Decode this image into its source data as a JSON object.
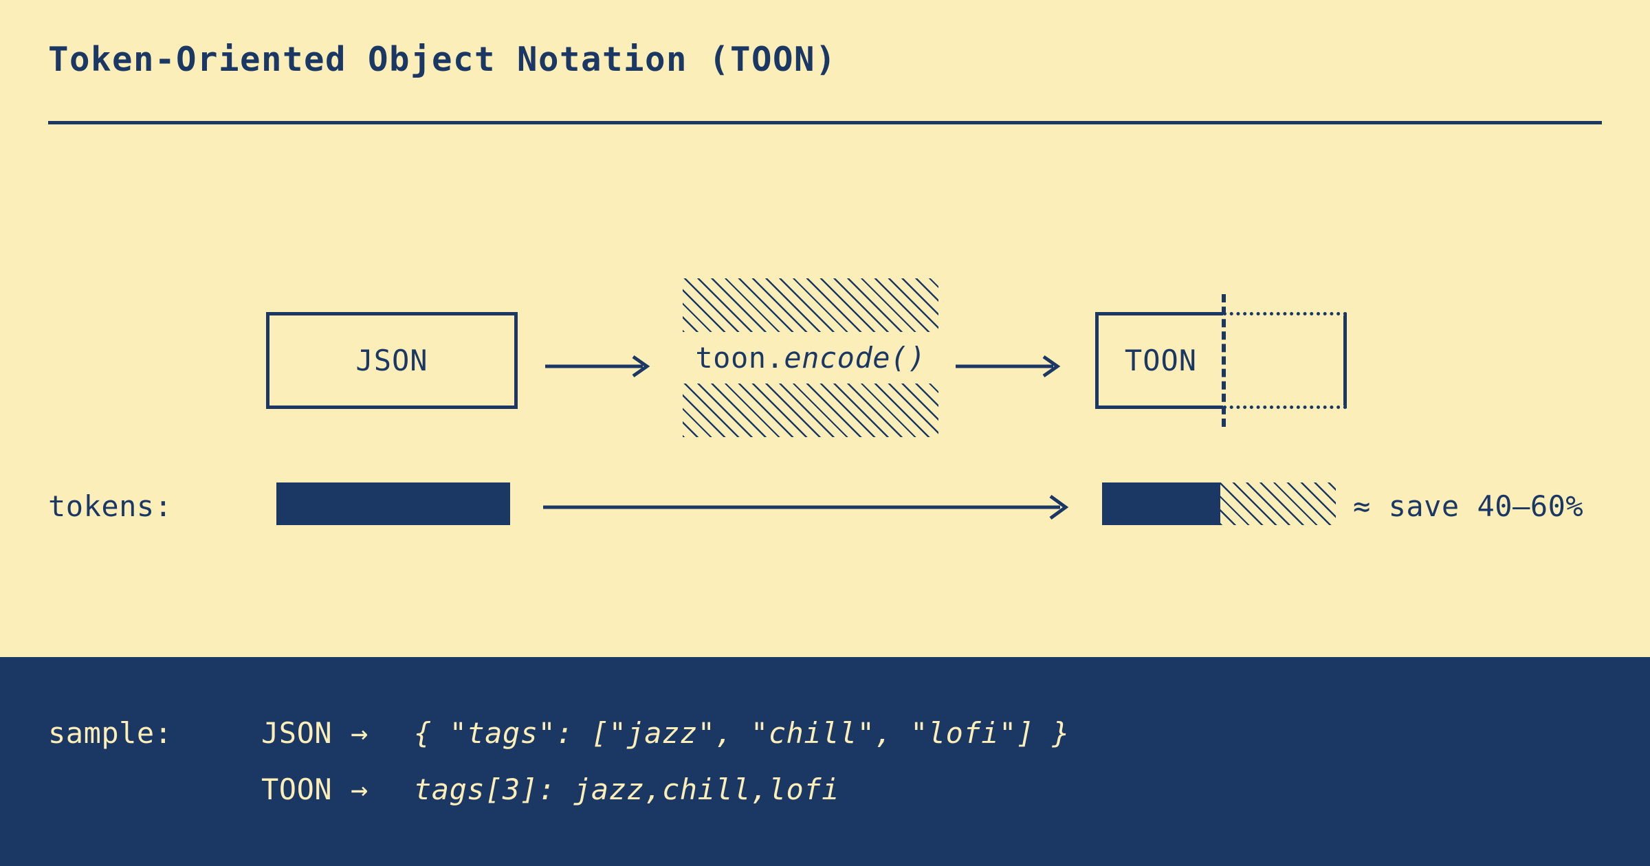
{
  "palette": {
    "cream": "#fbeeb8",
    "navy": "#1b3764"
  },
  "header": {
    "title": "Token-Oriented Object Notation (TOON)"
  },
  "diagram": {
    "source_box": {
      "label": "JSON"
    },
    "arrow_1": "arrow-right",
    "transform": {
      "prefix": "toon.",
      "function": "encode()",
      "full_label": "toon.encode()",
      "fill": "hatched"
    },
    "arrow_2": "arrow-right",
    "target_box": {
      "label": "TOON",
      "ghost_label": ""
    }
  },
  "tokens_row": {
    "label": "tokens:",
    "json_bar": {
      "fill": "solid",
      "relative_width_pct": 100
    },
    "arrow": "arrow-right-long",
    "toon_bar": {
      "solid_pct": 51,
      "hatched_pct": 49
    },
    "savings_note": "≈ save 40–60%",
    "savings_min_pct": 40,
    "savings_max_pct": 60
  },
  "sample": {
    "label": "sample:",
    "rows": [
      {
        "format": "JSON",
        "arrow": "→",
        "code": "{ \"tags\": [\"jazz\", \"chill\", \"lofi\"] }"
      },
      {
        "format": "TOON",
        "arrow": "→",
        "code": "tags[3]: jazz,chill,lofi"
      }
    ]
  }
}
